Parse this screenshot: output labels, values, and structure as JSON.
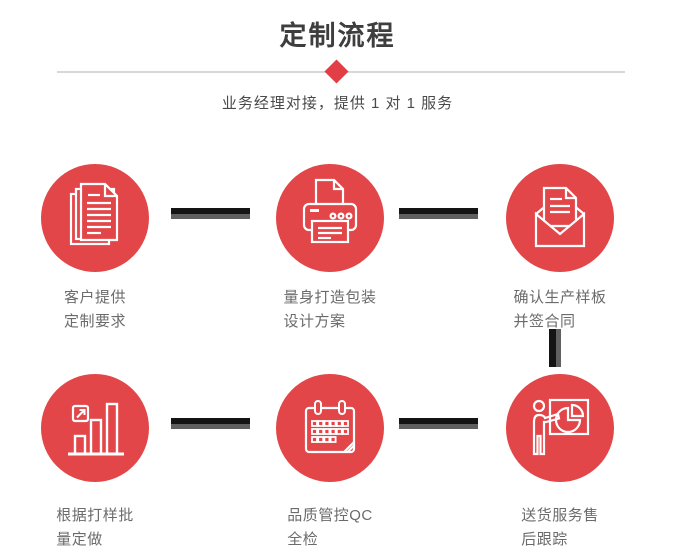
{
  "header": {
    "title": "定制流程",
    "subtitle": "业务经理对接，提供 1 对 1 服务"
  },
  "colors": {
    "accent_red": "#e24649",
    "connector_black": "#141414",
    "connector_gray": "#606060",
    "divider_gray": "#d8d8d8",
    "title_text": "#3e3e3e",
    "label_text": "#6b6b6b"
  },
  "steps": [
    {
      "id": 1,
      "icon": "documents-icon",
      "label": [
        "客户提供",
        "定制要求"
      ]
    },
    {
      "id": 2,
      "icon": "printer-icon",
      "label": [
        "量身打造包装",
        "设计方案"
      ]
    },
    {
      "id": 3,
      "icon": "envelope-icon",
      "label": [
        "确认生产样板",
        "并签合同"
      ]
    },
    {
      "id": 4,
      "icon": "bar-chart-icon",
      "label": [
        "根据打样批",
        "量定做"
      ]
    },
    {
      "id": 5,
      "icon": "calendar-icon",
      "label": [
        "品质管控QC",
        "全检"
      ]
    },
    {
      "id": 6,
      "icon": "presentation-icon",
      "label": [
        "送货服务售",
        "后跟踪"
      ]
    }
  ]
}
